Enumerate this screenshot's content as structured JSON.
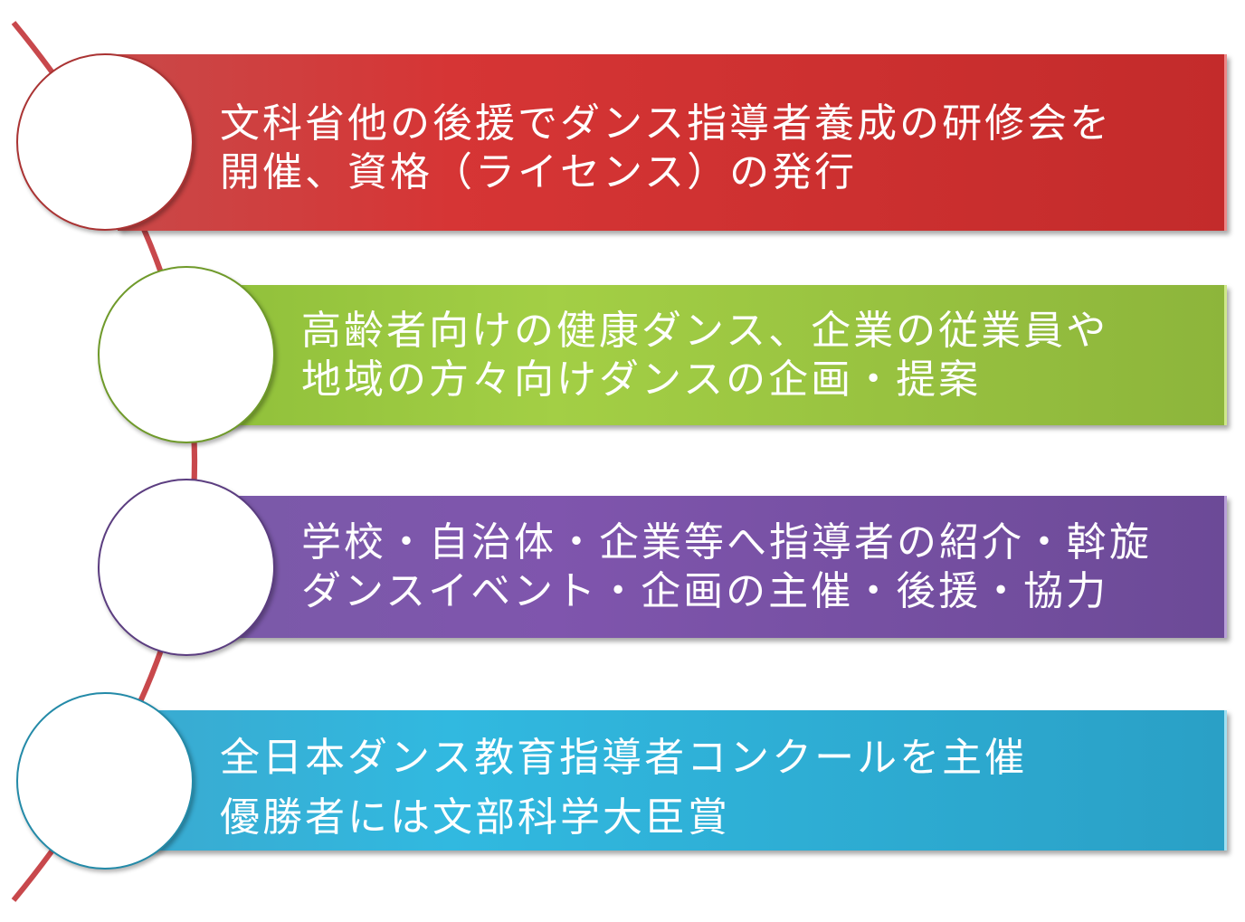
{
  "colors": {
    "arc": "#c8484c",
    "item1": "#cf3232",
    "item2": "#94c13d",
    "item3": "#7a52a6",
    "item4": "#2fb1d6"
  },
  "items": [
    {
      "line1": "文科省他の後援でダンス指導者養成の研修会を",
      "line2": "開催、資格（ライセンス）の発行"
    },
    {
      "line1": "高齢者向けの健康ダンス、企業の従業員や",
      "line2": "地域の方々向けダンスの企画・提案"
    },
    {
      "line1": "学校・自治体・企業等へ指導者の紹介・斡旋",
      "line2": "ダンスイベント・企画の主催・後援・協力"
    },
    {
      "line1": "全日本ダンス教育指導者コンクールを主催",
      "line2": "優勝者には文部科学大臣賞"
    }
  ]
}
